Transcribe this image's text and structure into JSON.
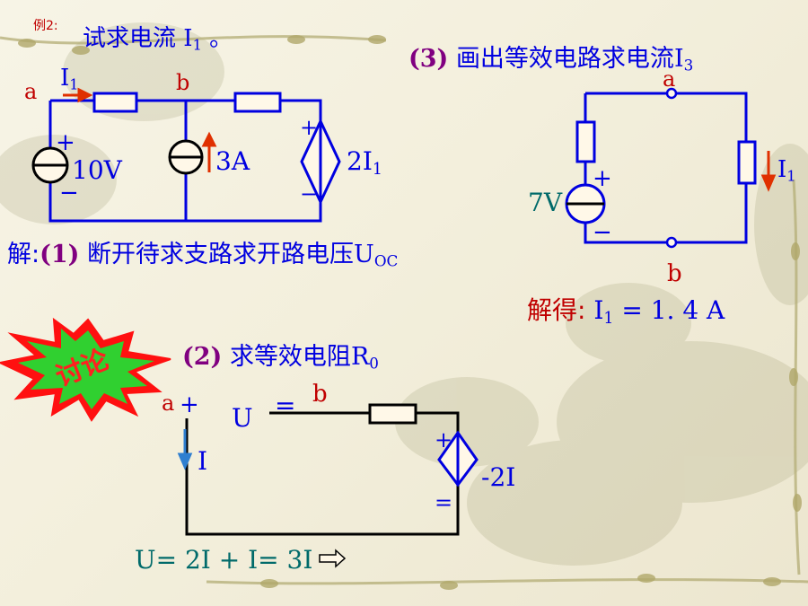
{
  "header": {
    "example_label": "例2:",
    "task_text": "试求电流",
    "task_sub": "1",
    "task_end": " 。"
  },
  "circuit1": {
    "node_a": "a",
    "node_b": "b",
    "i1_sub": "1",
    "plus": "+",
    "minus": "−",
    "voltage": "10V",
    "current": "3A",
    "dep_sub": "1"
  },
  "solution": {
    "prefix": "解:",
    "step1_num": "(1)",
    "step1_text": "断开待求支路求开路电压",
    "step1_sub": "OC"
  },
  "step3": {
    "num": "(3)",
    "text": "画出等效电路求电流",
    "sub": "3",
    "node_a": "a",
    "node_b": "b",
    "plus": "+",
    "minus": "−",
    "voltage": "7V",
    "i1_sub": "1"
  },
  "result": {
    "prefix": "解得:",
    "sub": "1",
    "value": "= 1. 4 A"
  },
  "starburst": {
    "label": "讨论"
  },
  "step2": {
    "num": "(2)",
    "text": "求等效电阻",
    "sub": "0",
    "node_a": "a",
    "plus": "+",
    "u": "U",
    "minus": "=",
    "node_b": "b",
    "i": "I",
    "dep": "-2I",
    "equation": "U= 2I + I= 3I"
  }
}
